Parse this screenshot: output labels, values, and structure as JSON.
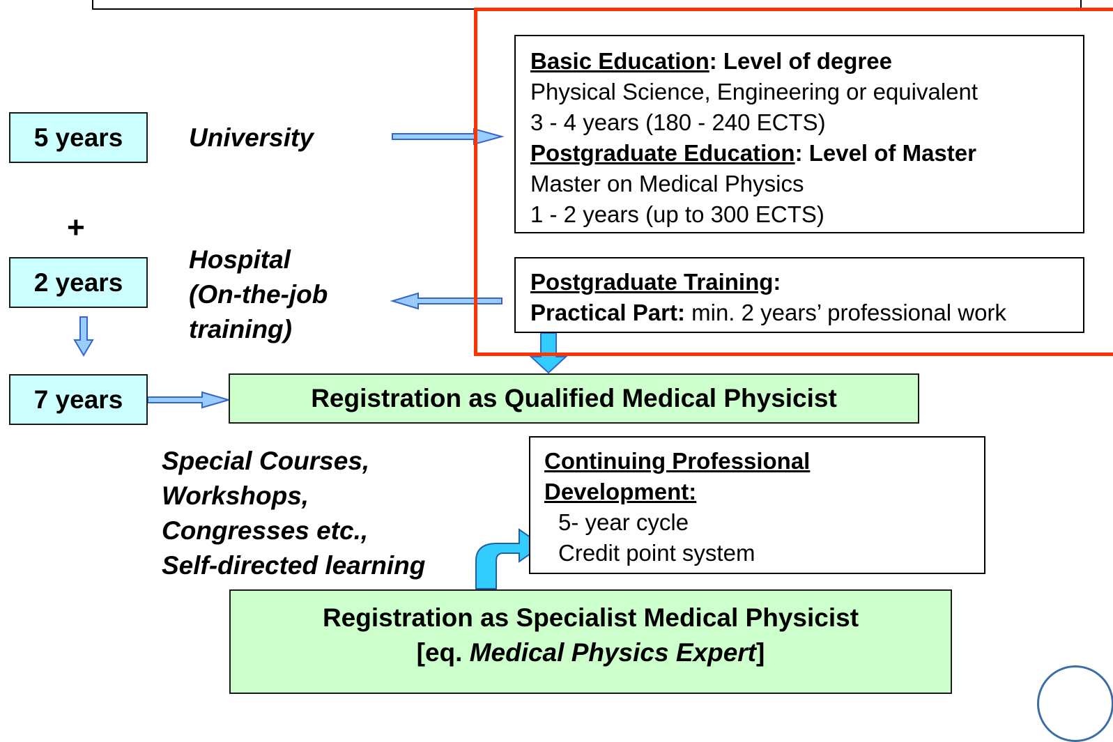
{
  "left_column": {
    "box_5_years": "5 years",
    "plus": "+",
    "box_2_years": "2 years",
    "box_7_years": "7 years"
  },
  "middle_labels": {
    "university": "University",
    "hospital_line1": "Hospital",
    "hospital_line2": "(On-the-job",
    "hospital_line3": "training)",
    "special_line1": "Special Courses,",
    "special_line2": "Workshops,",
    "special_line3": "Congresses etc.,",
    "special_line4": "Self-directed learning"
  },
  "education_box": {
    "basic_title": "Basic Education",
    "basic_level": ":  Level of degree",
    "basic_line1": "Physical Science, Engineering or equivalent",
    "basic_line2": "3 - 4 years  (180 - 240 ECTS)",
    "post_title": "Postgraduate Education",
    "post_level": ": Level of Master",
    "post_line1": "Master on Medical Physics",
    "post_line2": "1 - 2 years (up to 300 ECTS)"
  },
  "training_box": {
    "title": "Postgraduate Training",
    "title_suffix": ":",
    "practical_label": "Practical Part:",
    "practical_text": " min. 2 years’ professional work"
  },
  "registration_qualified": "Registration as Qualified Medical Physicist",
  "cpd_box": {
    "title_line1": "Continuing Professional",
    "title_line2": "Development:",
    "line1": "5- year cycle",
    "line2": "Credit point system"
  },
  "registration_specialist": {
    "line1": "Registration as Specialist Medical Physicist",
    "line2_prefix": "[eq. ",
    "line2_italic": "Medical Physics Expert",
    "line2_suffix": "]"
  },
  "colors": {
    "highlight_border": "#ff3300",
    "arrow_fill": "#99ccff",
    "arrow_fill_bright": "#33ccff",
    "cyan_box": "#ccffff",
    "green_box": "#ccffcc"
  }
}
